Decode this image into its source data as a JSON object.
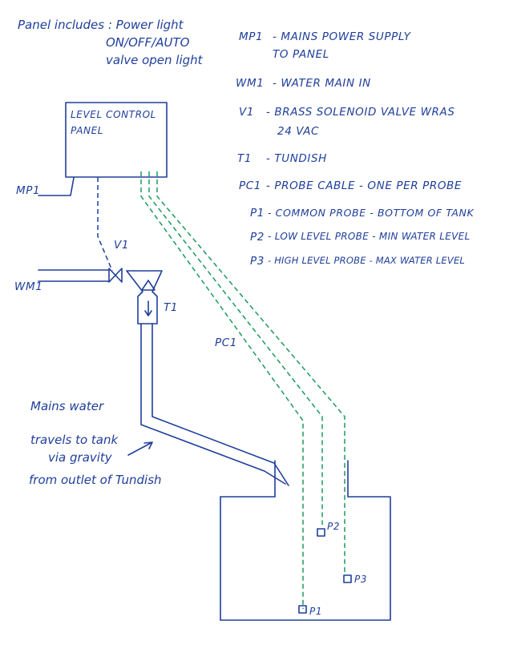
{
  "panel_note": {
    "line1": "Panel includes : Power light",
    "line2": "ON/OFF/AUTO",
    "line3": "valve open light"
  },
  "legend": [
    {
      "code": "MP1",
      "desc": "- MAINS POWER SUPPLY"
    },
    {
      "code": "",
      "desc": "TO PANEL"
    },
    {
      "code": "WM1",
      "desc": "- WATER MAIN IN"
    },
    {
      "code": "V1",
      "desc": "- BRASS SOLENOID VALVE WRAS"
    },
    {
      "code": "",
      "desc": "24 VAC"
    },
    {
      "code": "T1",
      "desc": "- TUNDISH"
    },
    {
      "code": "PC1",
      "desc": "- PROBE CABLE - ONE PER PROBE"
    },
    {
      "code": "P1",
      "desc": "- COMMON PROBE - BOTTOM OF TANK"
    },
    {
      "code": "P2",
      "desc": "- LOW LEVEL PROBE - MIN WATER LEVEL"
    },
    {
      "code": "P3",
      "desc": "- HIGH LEVEL PROBE - MAX WATER LEVEL"
    }
  ],
  "diagram": {
    "panel_label_1": "LEVEL CONTROL",
    "panel_label_2": "PANEL",
    "mp1": "MP1",
    "v1": "V1",
    "wm1": "WM1",
    "t1": "T1",
    "pc1": "PC1",
    "p1": "P1",
    "p2": "P2",
    "p3": "P3"
  },
  "gravity_note": {
    "line1": "Mains water",
    "line2": "travels to tank",
    "line3": "via gravity",
    "line4": "from outlet of Tundish"
  },
  "colors": {
    "ink": "#1f3f9a",
    "probe_cable": "#1c9a5c"
  }
}
